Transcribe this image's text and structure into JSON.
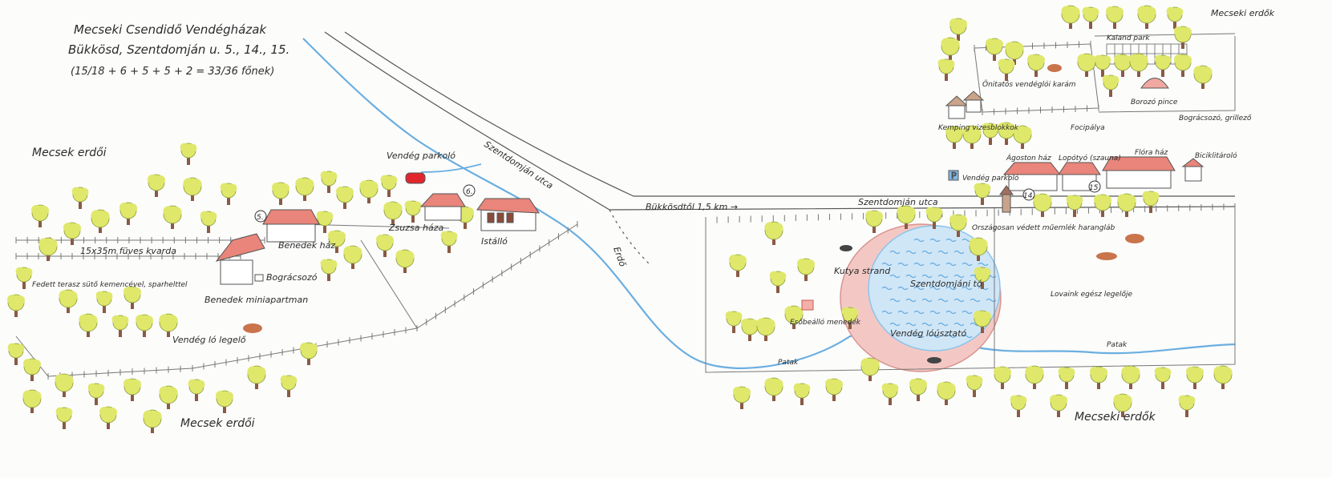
{
  "title": {
    "line1": "Mecseki Csendidő Vendégházak",
    "line2": "Bükkösd, Szentdomján u. 5., 14., 15.",
    "line3": "(15/18 + 6 + 5 + 5 + 2 = 33/36 főnek)"
  },
  "forests": {
    "left_top": "Mecsek erdői",
    "left_bottom": "Mecsek erdői",
    "right_top": "Mecseki erdők",
    "right_bottom": "Mecseki erdők"
  },
  "roads": {
    "street_diagonal": "Szentdomján utca",
    "street_horizontal": "Szentdomján utca",
    "bukkosd_direction": "Bükkösdtől 1,5 km →",
    "to_forest": "Erdő"
  },
  "left_area": {
    "parking": "Vendég parkoló",
    "house_5_number": "5.",
    "house_6_number": "6.",
    "benedek_haz": "Benedek ház",
    "benedek_mini": "Benedek miniapartman",
    "terrace": "Fedett terasz sütő kemencével, sparhelttel",
    "bogracs": "Bográcsozó",
    "zsuzsa_haz": "Zsuzsa háza",
    "istallo": "Istálló",
    "lawn": "15x35m füves kvarda",
    "pasture": "Vendég ló legelő"
  },
  "center_area": {
    "pond": "Szentdomjáni tó",
    "dog_beach": "Kutya strand",
    "horse_swim": "Vendég lóúsztató",
    "shelter": "Esőbeálló menedék",
    "stream_left": "Patak",
    "stream_right": "Patak"
  },
  "right_area": {
    "adventure_park": "Kaland park",
    "horse_yard": "Önitatós vendéglói karám",
    "camping": "Kemping vizesblokkok",
    "wine_cellar": "Borozó pince",
    "barbecue": "Bográcsozó, grillező",
    "football": "Focipálya",
    "agoston_haz": "Ágoston ház",
    "lopotty": "Lopótyó (szauna)",
    "flora_haz": "Flóra ház",
    "bike_storage": "Biciklitároló",
    "parking_sign": "P",
    "parking": "Vendég parkoló",
    "house_14_number": "14.",
    "house_15_number": "15.",
    "bell_tower": "Országosan védett műemlék harangláb",
    "meadow": "Lovaink egész legelője"
  },
  "colors": {
    "tree": "#dfe86a",
    "trunk": "#8a5a44",
    "roof": "#e9857a",
    "water": "#8cc4ea",
    "river": "#6aaee0",
    "car": "#e2262e"
  }
}
